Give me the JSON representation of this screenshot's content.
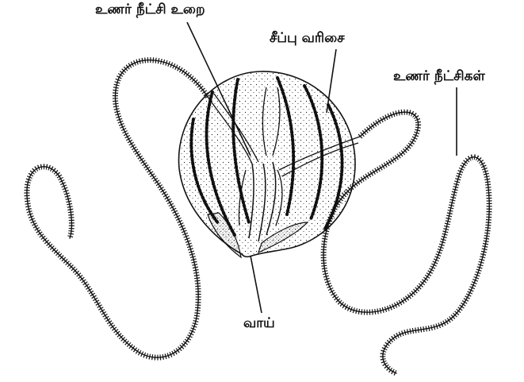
{
  "labels": {
    "tentacle_sheath": "உணர் நீட்சி உறை",
    "comb_rows": "சீப்பு வரிசை",
    "tentacles": "உணர் நீட்சிகள்",
    "mouth": "வாய்"
  },
  "colors": {
    "ink": "#111111",
    "background": "#ffffff"
  }
}
